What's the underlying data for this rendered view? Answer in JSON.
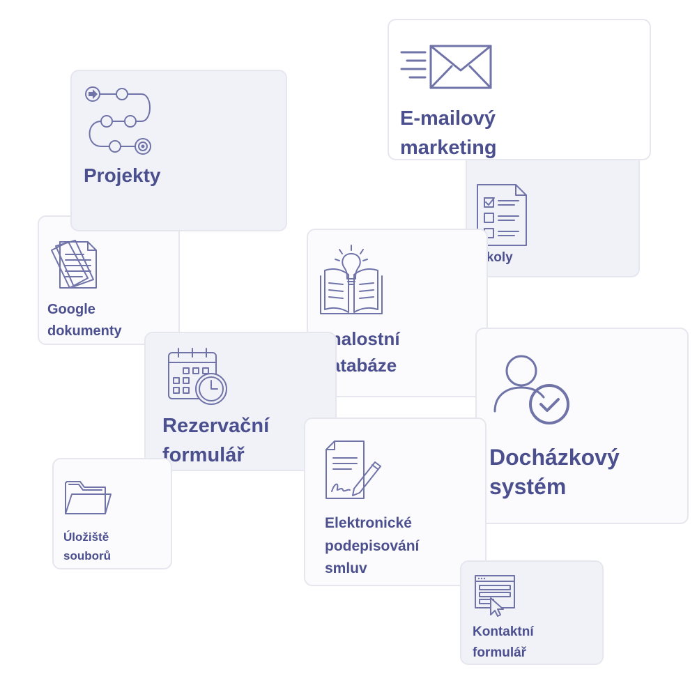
{
  "cards": {
    "projekty": "Projekty",
    "email_marketing_line1": "E-mailový",
    "email_marketing_line2": "marketing",
    "ukoly": "Úkoly",
    "google_dokumenty_line1": "Google",
    "google_dokumenty_line2": "dokumenty",
    "znalostni_databaze_line1": "Znalostní",
    "znalostni_databaze_line2": "databáze",
    "rezervacni_formular_line1": "Rezervační",
    "rezervacni_formular_line2": "formulář",
    "dochazkovy_system_line1": "Docházkový",
    "dochazkovy_system_line2": "systém",
    "elektronicke_podepisovani_line1": "Elektronické",
    "elektronicke_podepisovani_line2": "podepisování",
    "elektronicke_podepisovani_line3": "smluv",
    "uloziste_souboru_line1": "Úložiště",
    "uloziste_souboru_line2": "souborů",
    "kontaktni_formular_line1": "Kontaktní",
    "kontaktni_formular_line2": "formulář"
  },
  "icons": {
    "projekty": "project-path-icon",
    "email_marketing": "envelope-speed-icon",
    "ukoly": "checklist-icon",
    "google_dokumenty": "documents-stack-icon",
    "znalostni_databaze": "book-lightbulb-icon",
    "rezervacni_formular": "calendar-clock-icon",
    "dochazkovy_system": "user-check-icon",
    "elektronicke_podepisovani": "contract-pen-icon",
    "uloziste_souboru": "folder-icon",
    "kontaktni_formular": "web-form-icon"
  },
  "colors": {
    "text": "#4b4f8e",
    "icon": "#6f73a8",
    "card_border": "#e6e6ee",
    "card_tint": "#f1f2f8",
    "card_light": "#fbfbfd"
  }
}
